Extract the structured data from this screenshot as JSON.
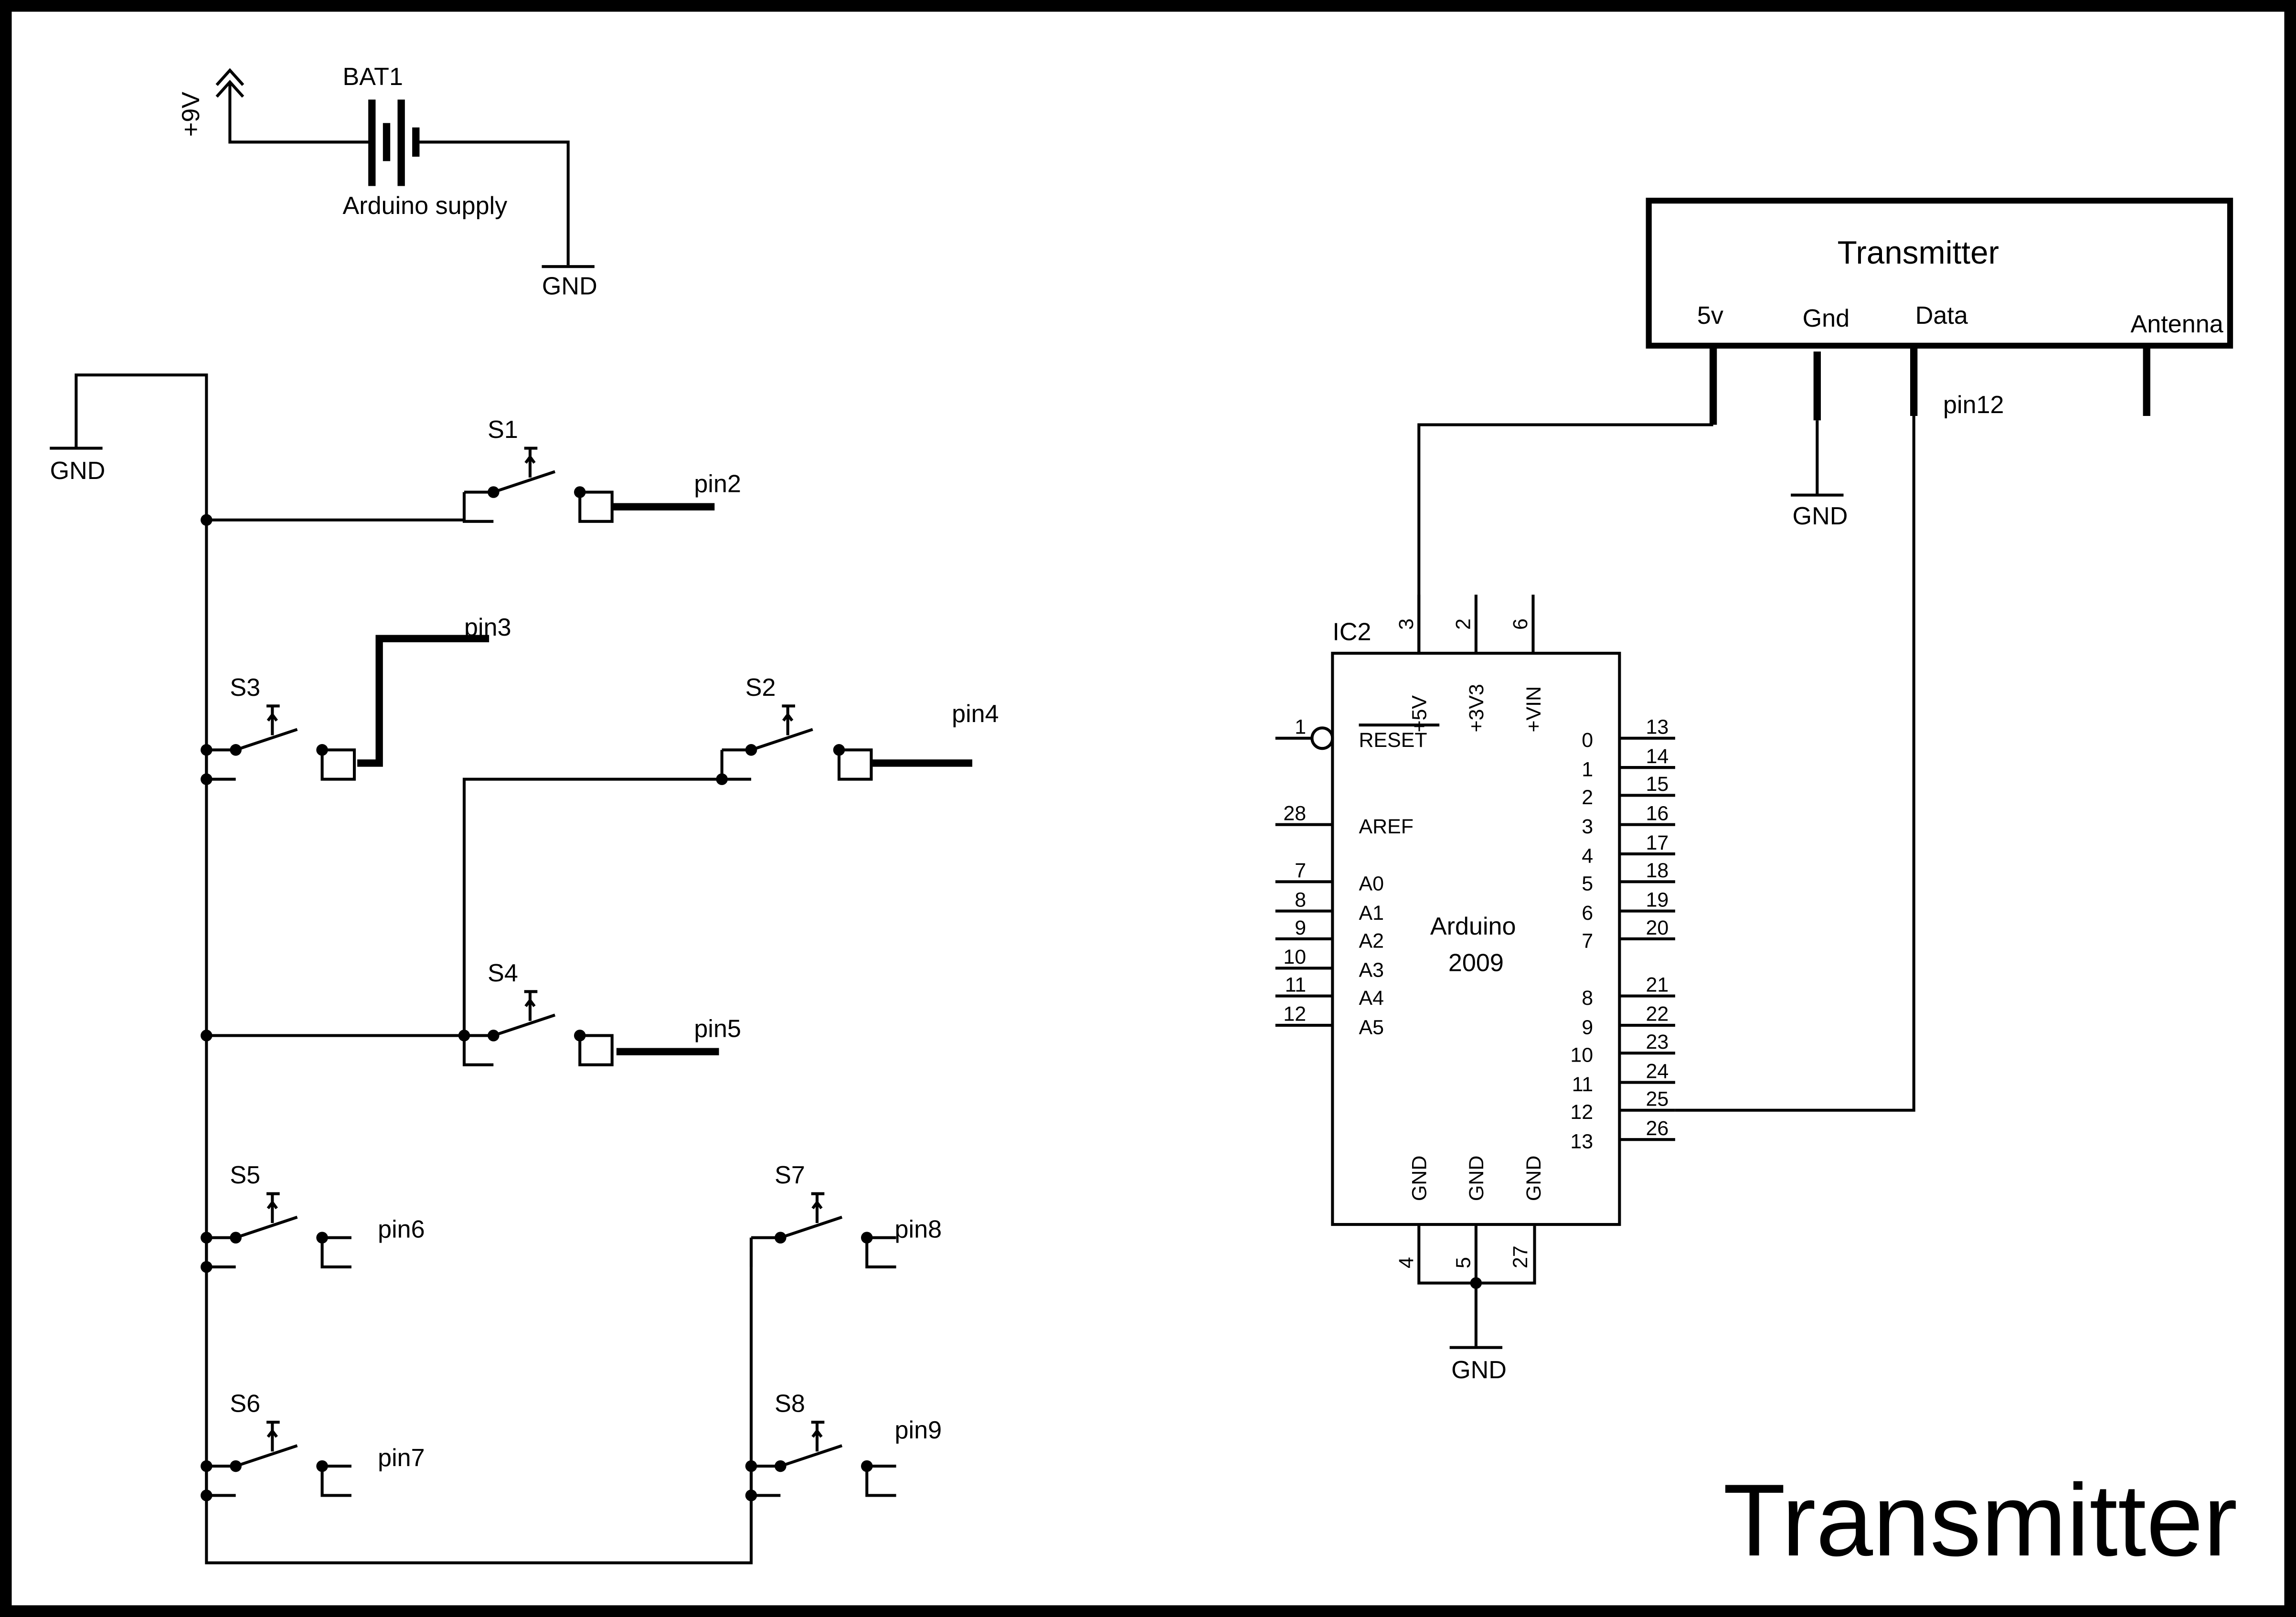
{
  "sheet": {
    "title": "Transmitter"
  },
  "battery": {
    "ref": "BAT1",
    "desc": "Arduino supply",
    "supply": "+9V",
    "gnd": "GND"
  },
  "gnd_labels": {
    "switch_common": "GND",
    "transmitter": "GND",
    "arduino": "GND"
  },
  "switches": {
    "s1": {
      "ref": "S1",
      "net": "pin2"
    },
    "s2": {
      "ref": "S2",
      "net": "pin4"
    },
    "s3": {
      "ref": "S3",
      "net": "pin3"
    },
    "s4": {
      "ref": "S4",
      "net": "pin5"
    },
    "s5": {
      "ref": "S5",
      "net": "pin6"
    },
    "s6": {
      "ref": "S6",
      "net": "pin7"
    },
    "s7": {
      "ref": "S7",
      "net": "pin8"
    },
    "s8": {
      "ref": "S8",
      "net": "pin9"
    }
  },
  "transmitter": {
    "name": "Transmitter",
    "pins": [
      "5v",
      "Gnd",
      "Data",
      "Antenna"
    ],
    "data_net": "pin12"
  },
  "arduino": {
    "ref": "IC2",
    "name_line1": "Arduino",
    "name_line2": "2009",
    "top_pins": [
      {
        "num": "3",
        "name": "+5V"
      },
      {
        "num": "2",
        "name": "+3V3"
      },
      {
        "num": "6",
        "name": "+VIN"
      }
    ],
    "left_pins": [
      {
        "num": "1",
        "name": "RESET"
      },
      {
        "num": "28",
        "name": "AREF"
      },
      {
        "num": "7",
        "name": "A0"
      },
      {
        "num": "8",
        "name": "A1"
      },
      {
        "num": "9",
        "name": "A2"
      },
      {
        "num": "10",
        "name": "A3"
      },
      {
        "num": "11",
        "name": "A4"
      },
      {
        "num": "12",
        "name": "A5"
      }
    ],
    "right_pins": [
      {
        "num": "13",
        "name": "0"
      },
      {
        "num": "14",
        "name": "1"
      },
      {
        "num": "15",
        "name": "2"
      },
      {
        "num": "16",
        "name": "3"
      },
      {
        "num": "17",
        "name": "4"
      },
      {
        "num": "18",
        "name": "5"
      },
      {
        "num": "19",
        "name": "6"
      },
      {
        "num": "20",
        "name": "7"
      },
      {
        "num": "21",
        "name": "8"
      },
      {
        "num": "22",
        "name": "9"
      },
      {
        "num": "23",
        "name": "10"
      },
      {
        "num": "24",
        "name": "11"
      },
      {
        "num": "25",
        "name": "12"
      },
      {
        "num": "26",
        "name": "13"
      }
    ],
    "bottom_pins": [
      {
        "num": "4",
        "name": "GND"
      },
      {
        "num": "5",
        "name": "GND"
      },
      {
        "num": "27",
        "name": "GND"
      }
    ]
  }
}
